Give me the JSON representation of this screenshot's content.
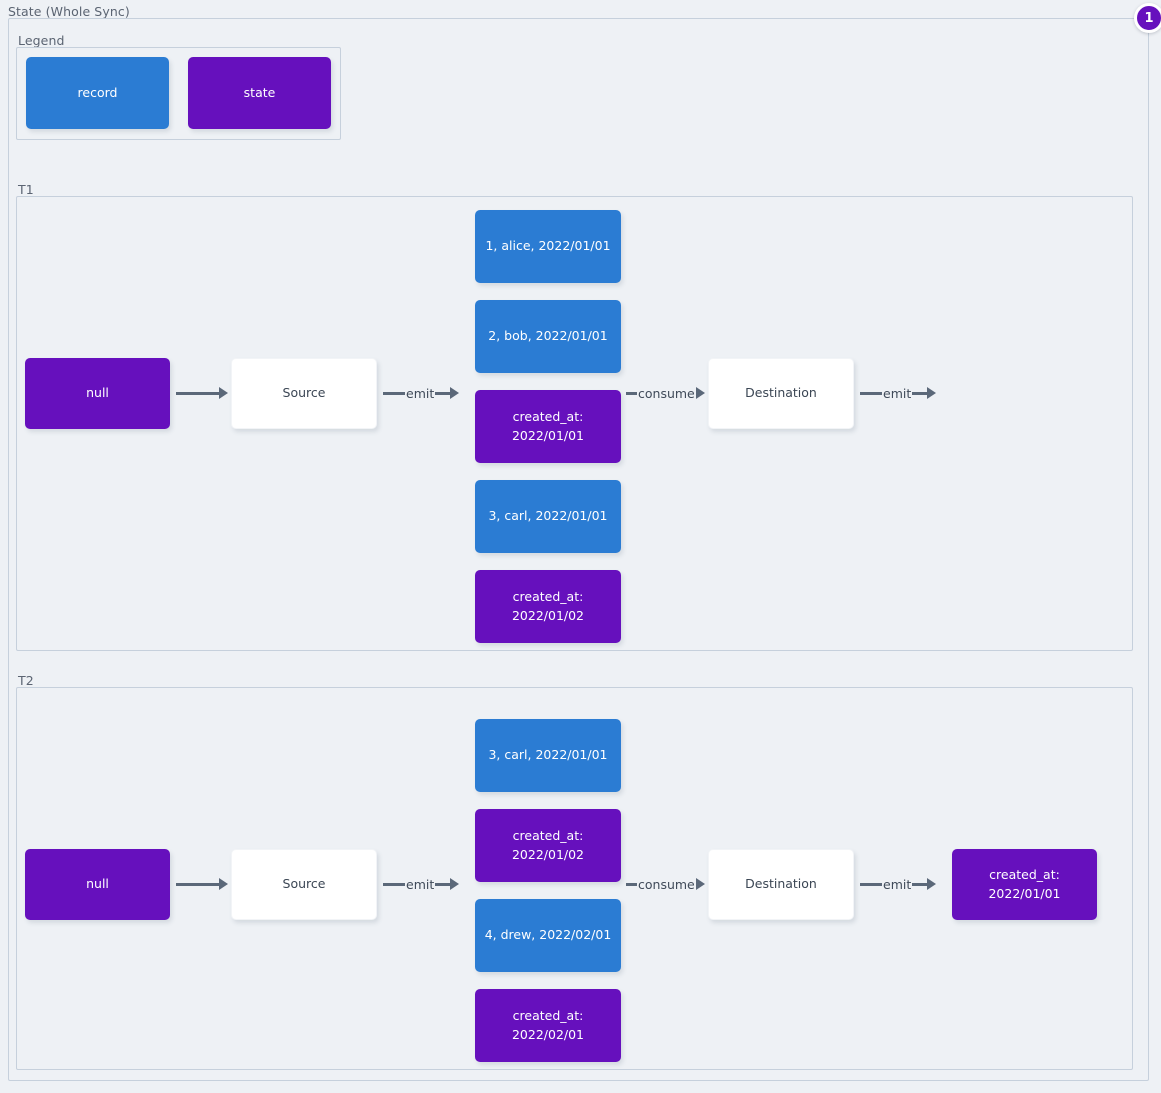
{
  "diagram": {
    "title": "State (Whole Sync)",
    "badge": "1",
    "legend": {
      "label": "Legend",
      "items": [
        {
          "label": "record",
          "kind": "record",
          "color": "#2b7cd3"
        },
        {
          "label": "state",
          "kind": "state",
          "color": "#6610bd"
        }
      ]
    },
    "groups": [
      {
        "label": "T1",
        "nodes": {
          "initial_state": "null",
          "source": "Source",
          "destination": "Destination",
          "emitted": [
            {
              "kind": "record",
              "label": "1, alice, 2022/01/01"
            },
            {
              "kind": "record",
              "label": "2, bob, 2022/01/01"
            },
            {
              "kind": "state",
              "label": "created_at:\n2022/01/01"
            },
            {
              "kind": "record",
              "label": "3, carl, 2022/01/01"
            },
            {
              "kind": "state",
              "label": "created_at:\n2022/01/02"
            }
          ],
          "final_state": null
        },
        "edges": {
          "state_to_source": "",
          "source_to_records": "emit",
          "records_to_destination": "consume",
          "destination_out": "emit"
        }
      },
      {
        "label": "T2",
        "nodes": {
          "initial_state": "null",
          "source": "Source",
          "destination": "Destination",
          "emitted": [
            {
              "kind": "record",
              "label": "3, carl, 2022/01/01"
            },
            {
              "kind": "state",
              "label": "created_at:\n2022/01/02"
            },
            {
              "kind": "record",
              "label": "4, drew, 2022/02/01"
            },
            {
              "kind": "state",
              "label": "created_at:\n2022/02/01"
            }
          ],
          "final_state": "created_at:\n2022/01/01"
        },
        "edges": {
          "state_to_source": "",
          "source_to_records": "emit",
          "records_to_destination": "consume",
          "destination_out": "emit"
        }
      }
    ]
  }
}
